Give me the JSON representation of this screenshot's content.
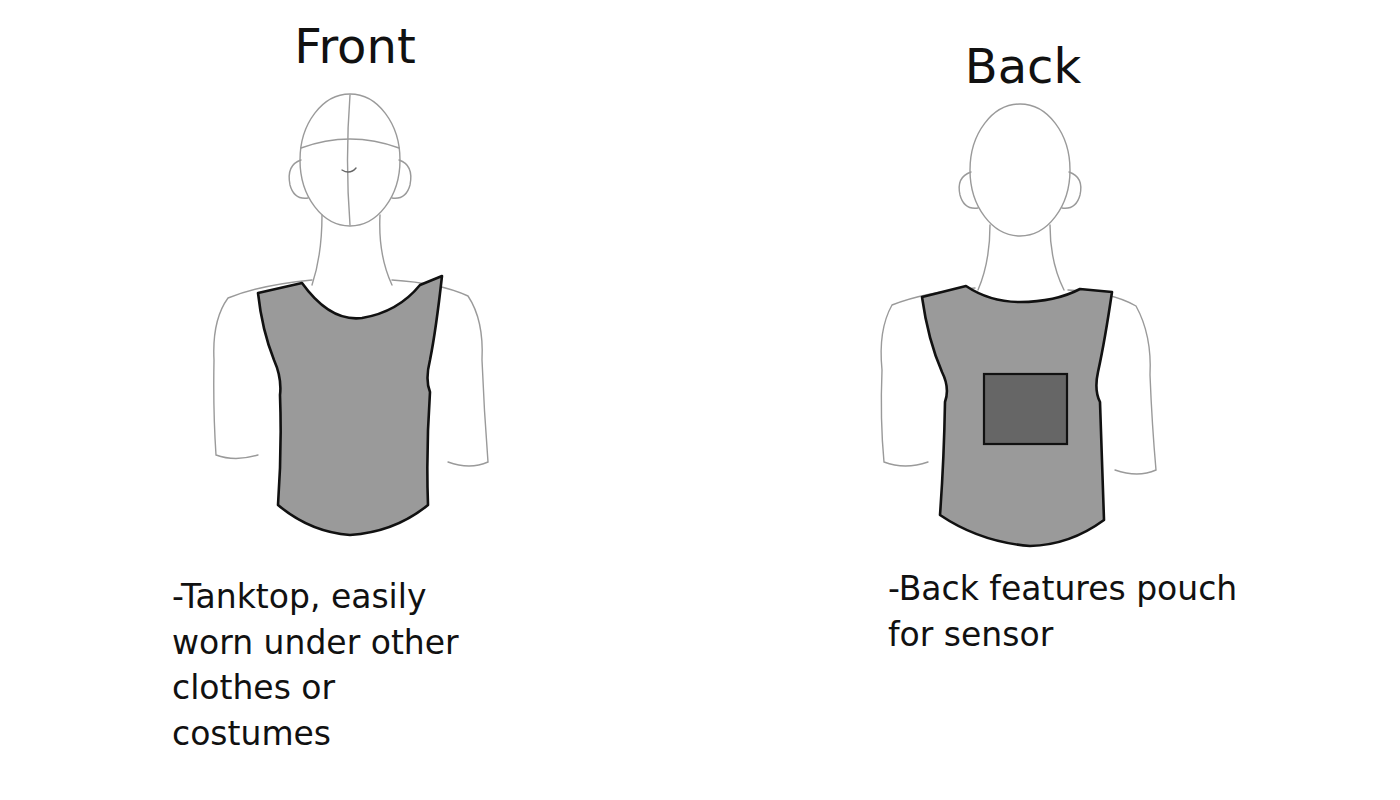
{
  "diagram": {
    "labels": [
      "Front",
      "-Tanktop, easily worn under other clothes or costumes",
      "Back",
      "-Back features pouch for sensor"
    ]
  }
}
